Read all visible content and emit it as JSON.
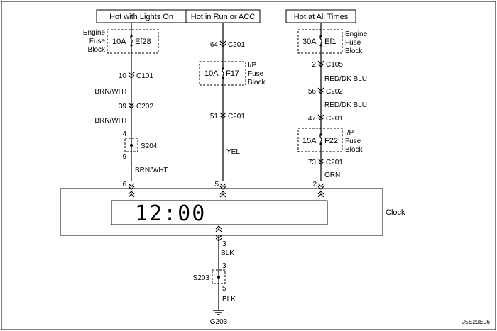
{
  "headers": {
    "left": "Hot with Lights On",
    "mid": "Hot in Run or ACC",
    "right": "Hot at All Times"
  },
  "left_branch": {
    "fuse_rating": "10A",
    "fuse_id": "Ef28",
    "fuse_block": [
      "Engine",
      "Fuse",
      "Block"
    ],
    "conn1_pin": "10",
    "conn1": "C101",
    "wire1": "BRN/WHT",
    "conn2_pin": "39",
    "conn2": "C202",
    "wire2": "BRN/WHT",
    "splice_pin_top": "4",
    "splice": "S204",
    "splice_pin_bottom": "9",
    "wire3": "BRN/WHT",
    "clock_pin": "6"
  },
  "mid_branch": {
    "conn1_pin": "64",
    "conn1": "C201",
    "fuse_rating": "10A",
    "fuse_id": "F17",
    "fuse_block": [
      "I/P",
      "Fuse",
      "Block"
    ],
    "conn2_pin": "51",
    "conn2": "C201",
    "wire": "YEL",
    "clock_pin": "5"
  },
  "right_branch": {
    "fuse_rating": "30A",
    "fuse_id": "Ef1",
    "fuse_block": [
      "Engine",
      "Fuse",
      "Block"
    ],
    "conn1_pin": "2",
    "conn1": "C105",
    "wire1": "RED/DK BLU",
    "conn2_pin": "56",
    "conn2": "C202",
    "wire2": "RED/DK BLU",
    "conn3_pin": "47",
    "conn3": "C201",
    "fuse2_rating": "15A",
    "fuse2_id": "F22",
    "fuse2_block": [
      "I/P",
      "Fuse",
      "Block"
    ],
    "conn4_pin": "73",
    "conn4": "C201",
    "wire3": "ORN",
    "clock_pin": "2"
  },
  "clock": {
    "display": "12:00",
    "label": "Clock",
    "ground_pin": "3"
  },
  "ground_branch": {
    "wire1": "BLK",
    "splice_pin_top": "3",
    "splice": "S203",
    "splice_pin_bottom": "5",
    "wire2": "BLK",
    "ground": "G203"
  },
  "figure_code": "J5E29E06"
}
